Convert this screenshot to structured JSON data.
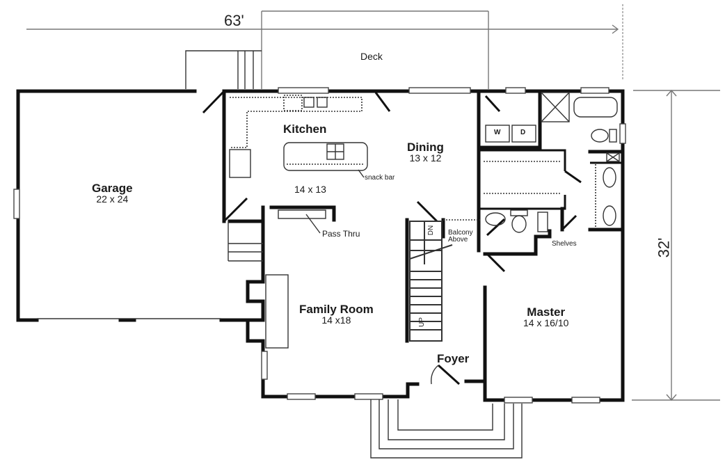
{
  "plan": {
    "overall_width_label": "63'",
    "overall_depth_label": "32'",
    "rooms": [
      {
        "id": "garage",
        "name": "Garage",
        "dims": "22 x 24"
      },
      {
        "id": "kitchen",
        "name": "Kitchen",
        "dims": "14 x 13"
      },
      {
        "id": "dining",
        "name": "Dining",
        "dims": "13 x 12"
      },
      {
        "id": "family-room",
        "name": "Family Room",
        "dims": "14 x18"
      },
      {
        "id": "master",
        "name": "Master",
        "dims": "14 x 16/10"
      },
      {
        "id": "foyer",
        "name": "Foyer",
        "dims": ""
      },
      {
        "id": "deck",
        "name": "Deck",
        "dims": ""
      }
    ],
    "notes": {
      "snack_bar": "snack bar",
      "pass_thru": "Pass Thru",
      "balcony_above_line1": "Balcony",
      "balcony_above_line2": "Above",
      "shelves": "Shelves",
      "washer": "W",
      "dryer": "D",
      "stair_down": "DN",
      "stair_up": "UP"
    },
    "colors": {
      "wall": "#111111",
      "background": "#ffffff",
      "dimension_line": "#777777"
    }
  }
}
